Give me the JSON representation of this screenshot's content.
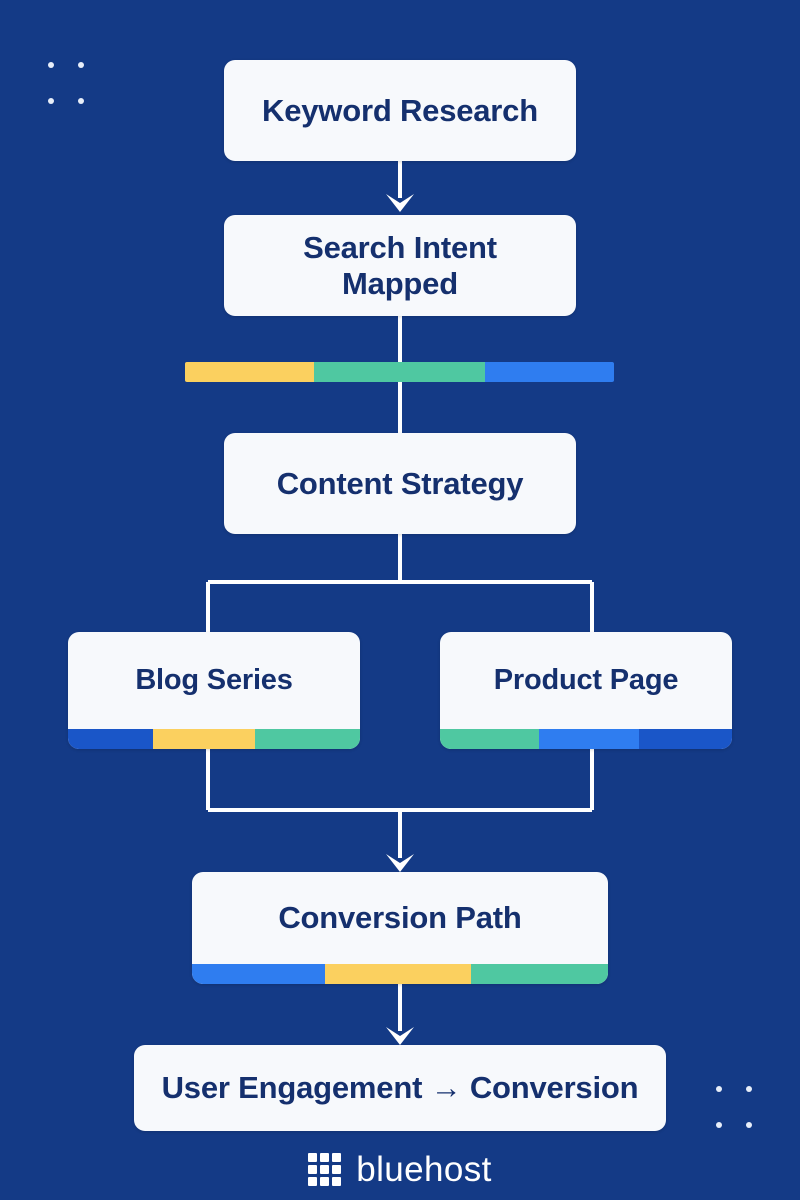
{
  "page": {
    "title": "SEO Content Flow Diagram",
    "background_color": "#143A86",
    "card_color": "#F7F9FC",
    "card_text_color": "#15306E"
  },
  "palette": {
    "yellow": "#FBD05F",
    "green": "#4FC8A1",
    "blue": "#2F7DF0",
    "blue_dark": "#1A56C8",
    "white": "#FFFFFF",
    "navy": "#143A86"
  },
  "flow": {
    "nodes": [
      {
        "id": "keyword-research",
        "label": "Keyword Research",
        "bar": []
      },
      {
        "id": "search-intent",
        "label": "Search Intent Mapped",
        "bar": []
      },
      {
        "id": "content-strategy",
        "label": "Content Strategy",
        "bar": []
      },
      {
        "id": "blog-series",
        "label": "Blog Series",
        "bar": [
          {
            "color": "#1A56C8",
            "pct": 29
          },
          {
            "color": "#FBD05F",
            "pct": 35
          },
          {
            "color": "#4FC8A1",
            "pct": 36
          }
        ]
      },
      {
        "id": "product-page",
        "label": "Product Page",
        "bar": [
          {
            "color": "#4FC8A1",
            "pct": 34
          },
          {
            "color": "#2F7DF0",
            "pct": 34
          },
          {
            "color": "#1A56C8",
            "pct": 32
          }
        ]
      },
      {
        "id": "conversion-path",
        "label": "Conversion Path",
        "bar": [
          {
            "color": "#2F7DF0",
            "pct": 32
          },
          {
            "color": "#FBD05F",
            "pct": 35
          },
          {
            "color": "#4FC8A1",
            "pct": 33
          }
        ]
      },
      {
        "id": "user-engagement",
        "label": "User Engagement → Conversion",
        "bar": []
      }
    ],
    "standalone_bar": {
      "name": "content-mix-bar",
      "segments": [
        {
          "color": "#FBD05F",
          "pct": 30
        },
        {
          "color": "#4FC8A1",
          "pct": 40
        },
        {
          "color": "#2F7DF0",
          "pct": 30
        }
      ]
    }
  },
  "decoration": {
    "dot_color": "#E8EEF9",
    "dot_clusters": [
      {
        "name": "dots-top-left",
        "rows": 2,
        "cols": 2
      },
      {
        "name": "dots-bottom-right",
        "rows": 2,
        "cols": 2
      }
    ]
  },
  "brand": {
    "name": "bluehost",
    "mark": "grid-3x3-icon",
    "mark_cells": 9
  }
}
